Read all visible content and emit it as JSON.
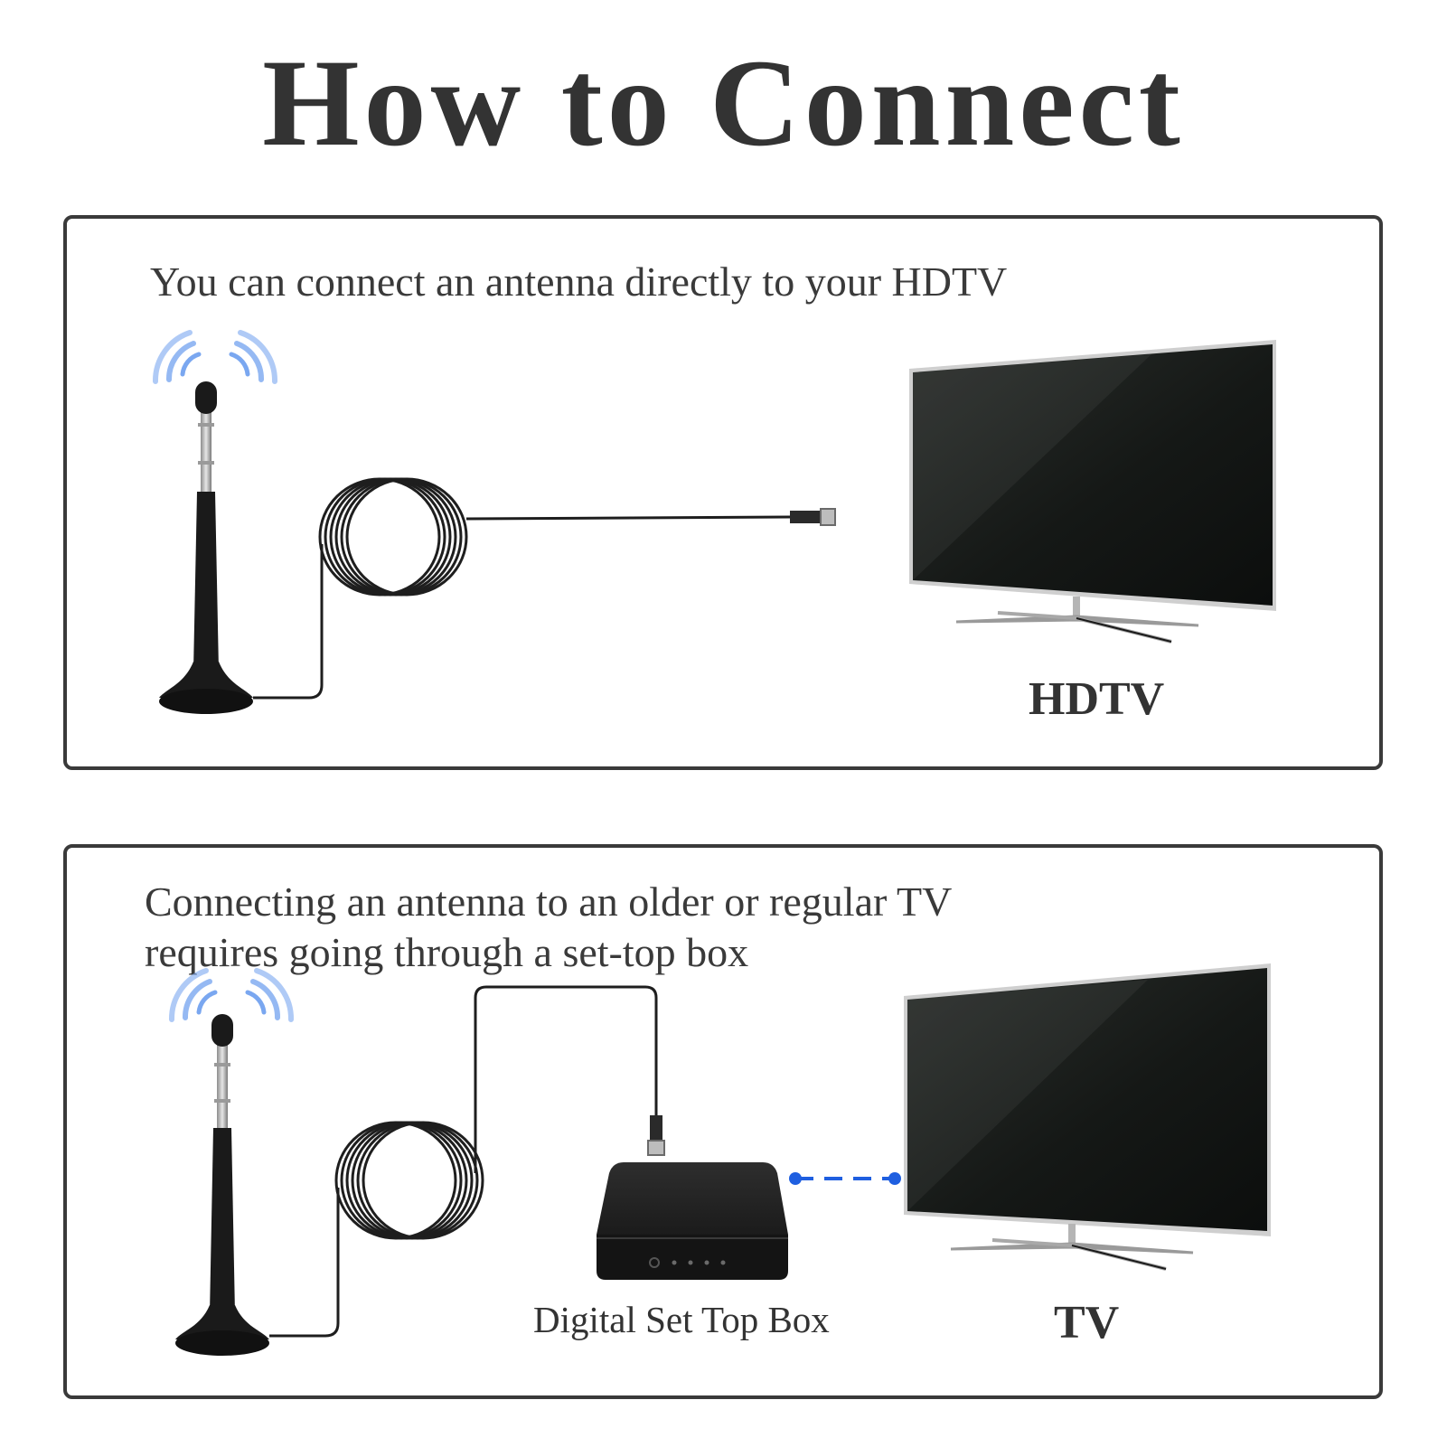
{
  "title": "How to Connect",
  "panels": [
    {
      "caption": [
        "You can connect an antenna directly to your HDTV"
      ],
      "labels": {
        "tv": "HDTV"
      }
    },
    {
      "caption": [
        "Connecting an antenna to an older or regular TV",
        "requires going through a set-top box"
      ],
      "labels": {
        "set_top_box": "Digital Set Top Box",
        "tv": "TV"
      }
    }
  ],
  "colors": {
    "text": "#333333",
    "border": "#3a3a3a",
    "signal_waves": "#7aa7f0",
    "dashed_link": "#1f5fe0",
    "device_black": "#1a1a1a"
  },
  "icons": [
    "signal-wave-icon",
    "antenna-icon",
    "coiled-cable-icon",
    "tv-icon",
    "set-top-box-icon"
  ]
}
